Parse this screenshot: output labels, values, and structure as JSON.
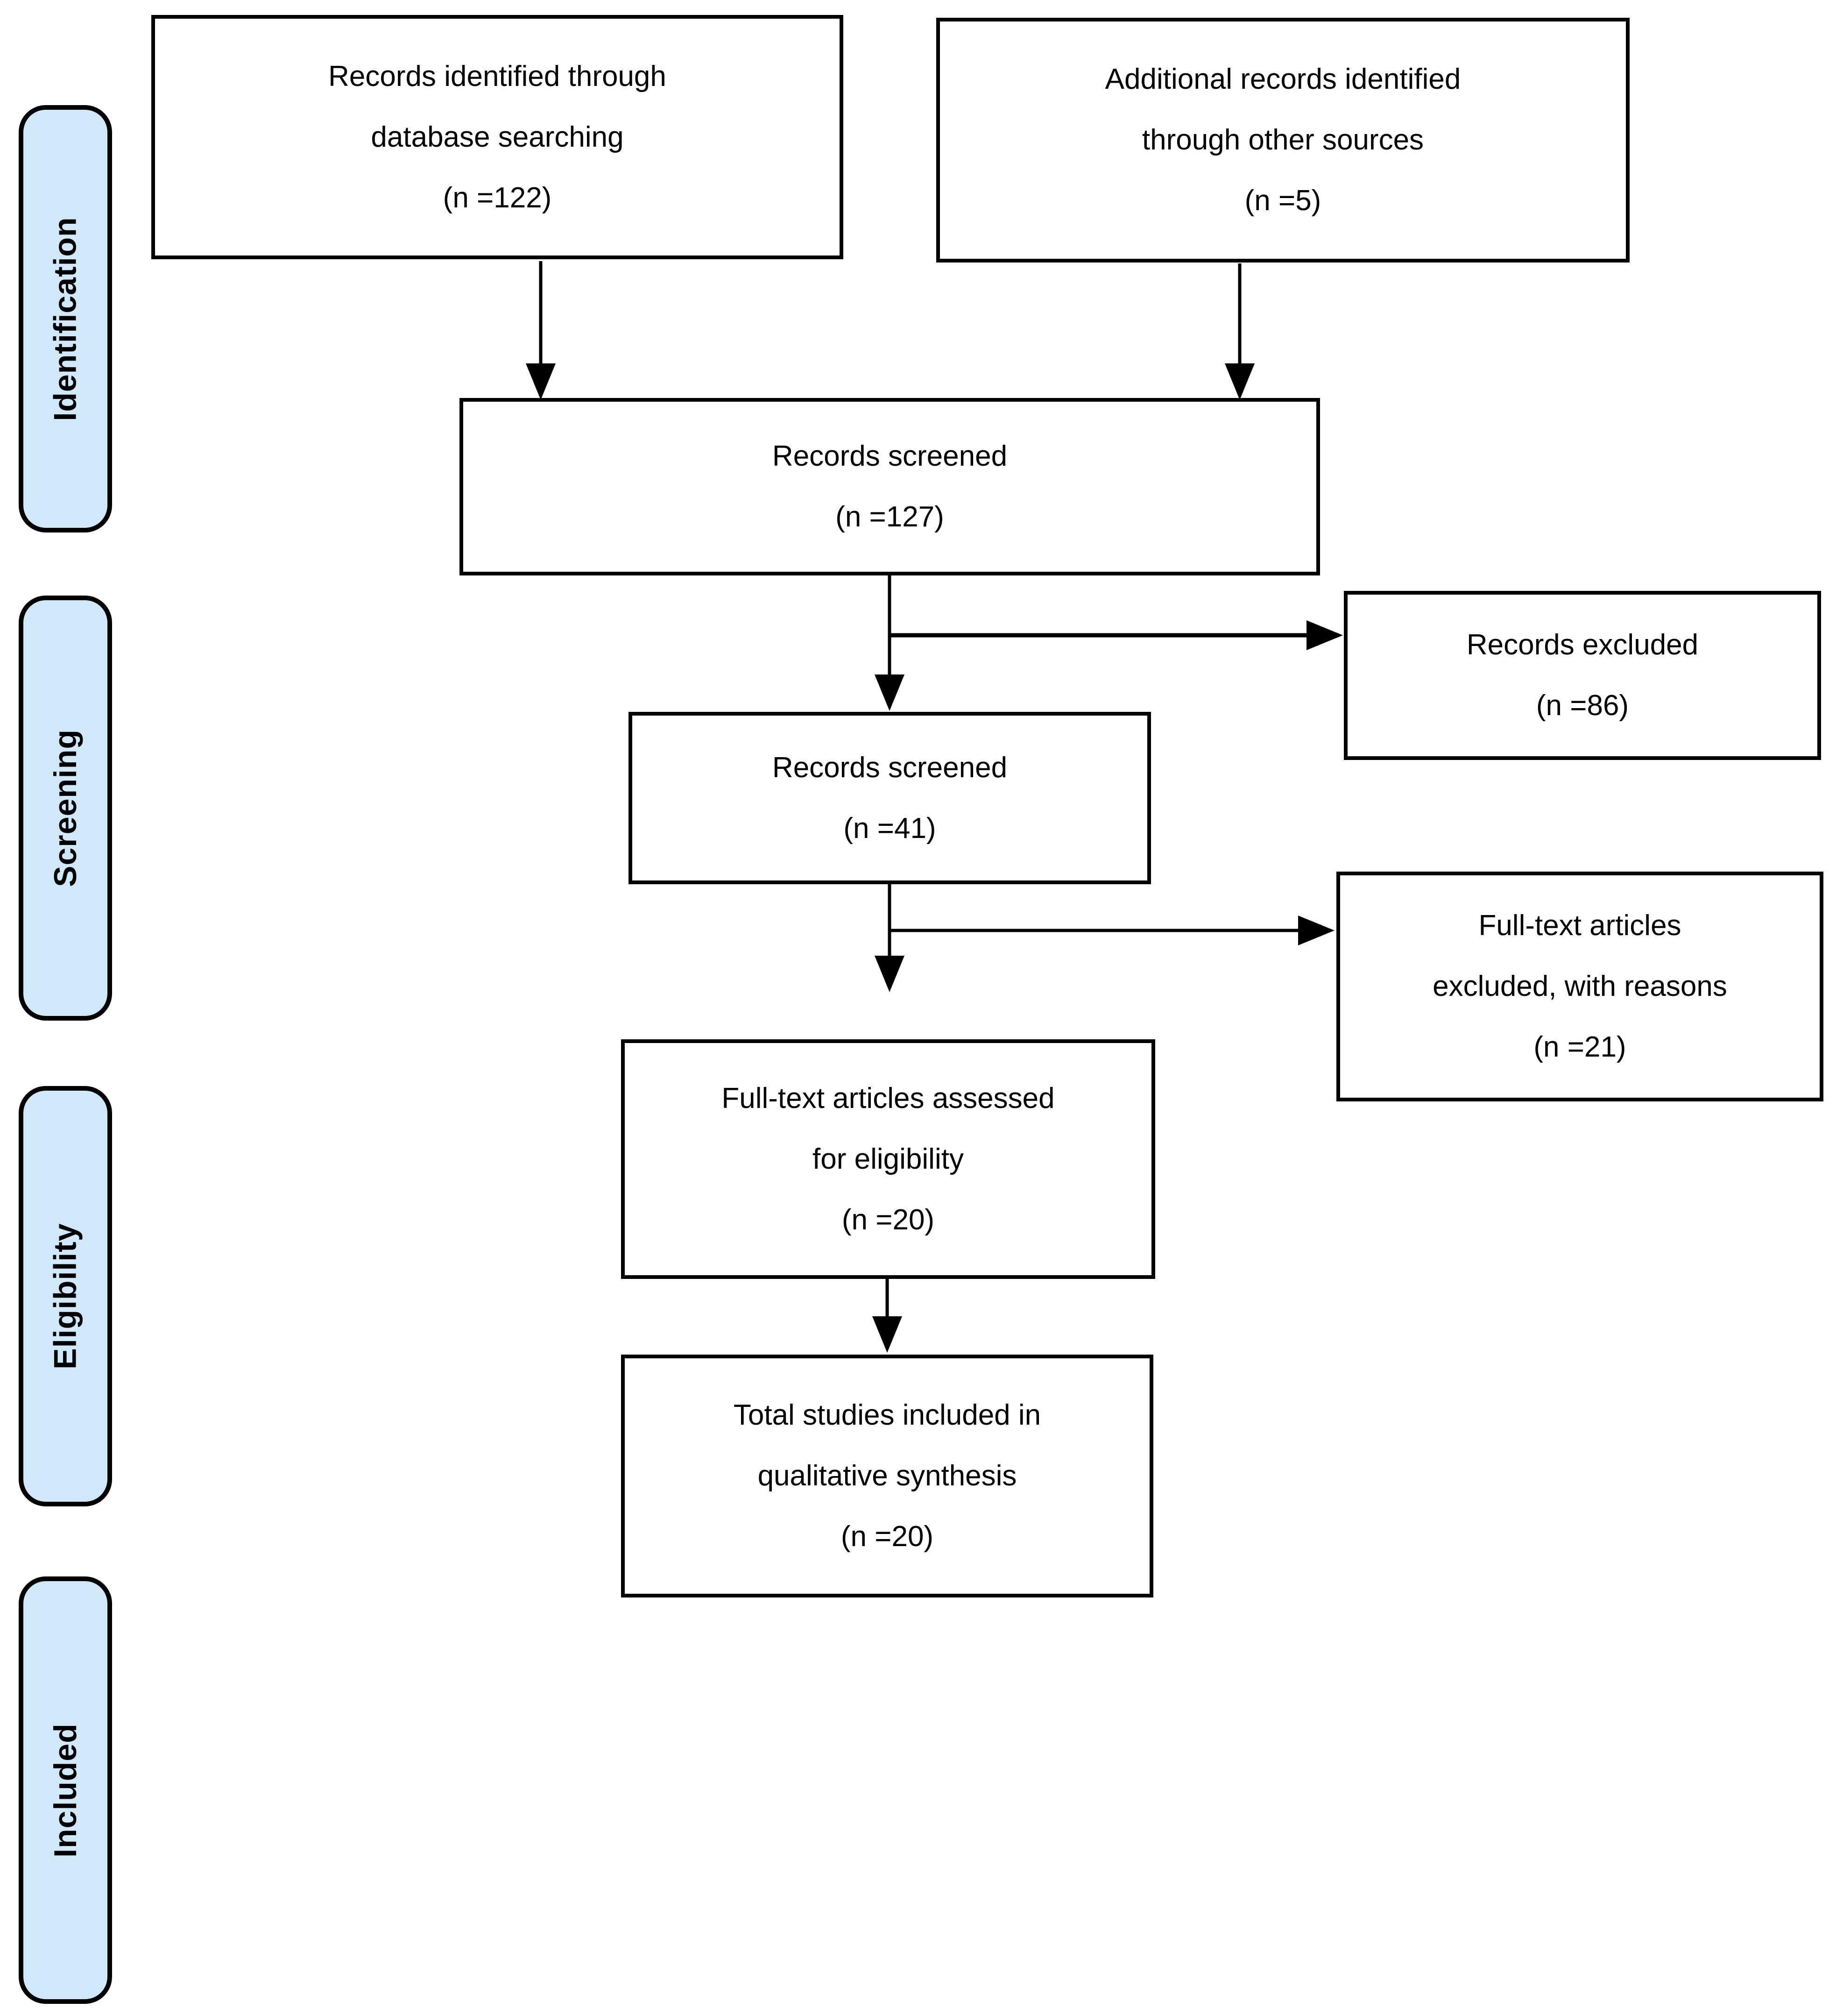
{
  "page": {
    "background": "#ffffff"
  },
  "colors": {
    "stage_fill": "#cfe9fb",
    "box_fill": "#ffffff",
    "border": "#000000",
    "arrow": "#000000"
  },
  "sidebar": {
    "stages": [
      {
        "label": "Identification"
      },
      {
        "label": "Screening"
      },
      {
        "label": "Eligibility"
      },
      {
        "label": "Included"
      }
    ]
  },
  "flow": {
    "boxes": [
      {
        "id": "records-identified-db",
        "lines": [
          "Records identified through",
          "database searching",
          "(n =122)"
        ]
      },
      {
        "id": "records-other-sources",
        "lines": [
          "Additional records identified",
          "through other sources",
          "(n =5)"
        ]
      },
      {
        "id": "records-screened-127",
        "lines": [
          "Records screened",
          "(n =127)"
        ]
      },
      {
        "id": "records-excluded-86",
        "lines": [
          "Records excluded",
          "(n =86)"
        ]
      },
      {
        "id": "records-screened-41",
        "lines": [
          "Records screened",
          "(n =41)"
        ]
      },
      {
        "id": "fulltext-excluded-21",
        "lines": [
          "Full-text articles",
          "excluded, with reasons",
          "(n =21)"
        ]
      },
      {
        "id": "fulltext-assessed-20",
        "lines": [
          "Full-text articles assessed",
          "for eligibility",
          "(n =20)"
        ]
      },
      {
        "id": "total-included-20",
        "lines": [
          "Total studies included in",
          "qualitative synthesis",
          "(n =20)"
        ]
      }
    ]
  }
}
